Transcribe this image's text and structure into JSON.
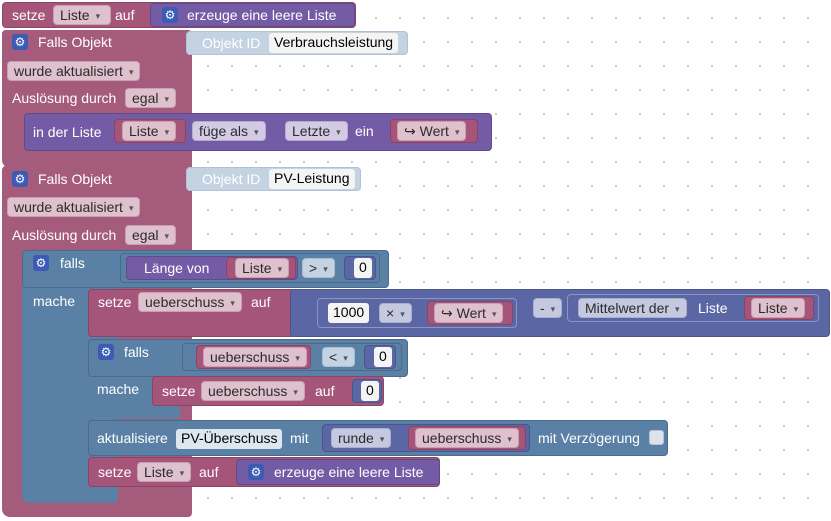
{
  "b1": {
    "setze": "setze",
    "var": "Liste",
    "auf": "auf",
    "erzeuge": "erzeuge eine leere Liste"
  },
  "trig1": {
    "falls_objekt": "Falls Objekt",
    "objekt_id_label": "Objekt ID",
    "objekt_id": "Verbrauchsleistung",
    "mode": "wurde aktualisiert",
    "ausloesung": "Auslösung durch",
    "ausloesung_val": "egal"
  },
  "add": {
    "in_der_liste": "in der Liste",
    "list_var": "Liste",
    "fuege_als": "füge als",
    "letzte": "Letzte",
    "ein": "ein",
    "wert": "Wert"
  },
  "trig2": {
    "falls_objekt": "Falls Objekt",
    "objekt_id_label": "Objekt ID",
    "objekt_id": "PV-Leistung",
    "mode": "wurde aktualisiert",
    "ausloesung": "Auslösung durch",
    "ausloesung_val": "egal"
  },
  "if1": {
    "falls": "falls",
    "mache": "mache",
    "laenge": "Länge von",
    "list_var": "Liste",
    "op": ">",
    "num": "0"
  },
  "set2": {
    "setze": "setze",
    "var": "ueberschuss",
    "auf": "auf",
    "num": "1000",
    "mul": "×",
    "wert": "Wert",
    "minus": "-",
    "mittelwert": "Mittelwert der",
    "liste_word": "Liste",
    "list_var": "Liste"
  },
  "if2": {
    "falls": "falls",
    "mache": "mache",
    "var": "ueberschuss",
    "op": "<",
    "num": "0"
  },
  "set3": {
    "setze": "setze",
    "var": "ueberschuss",
    "auf": "auf",
    "num": "0"
  },
  "update": {
    "aktualisiere": "aktualisiere",
    "state": "PV-Überschuss",
    "mit": "mit",
    "runde": "runde",
    "var": "ueberschuss",
    "verzoegerung": "mit Verzögerung"
  },
  "set4": {
    "setze": "setze",
    "var": "Liste",
    "auf": "auf",
    "erzeuge": "erzeuge eine leere Liste"
  },
  "icons": {
    "gear": "⚙",
    "dropdown": "▾",
    "getter": "↪"
  },
  "colors": {
    "variables": "#a5557a",
    "lists": "#745ba5",
    "math": "#5b67a5",
    "logic": "#5b80a5",
    "events": "#a55b7b",
    "workspace": "#ffffff"
  }
}
